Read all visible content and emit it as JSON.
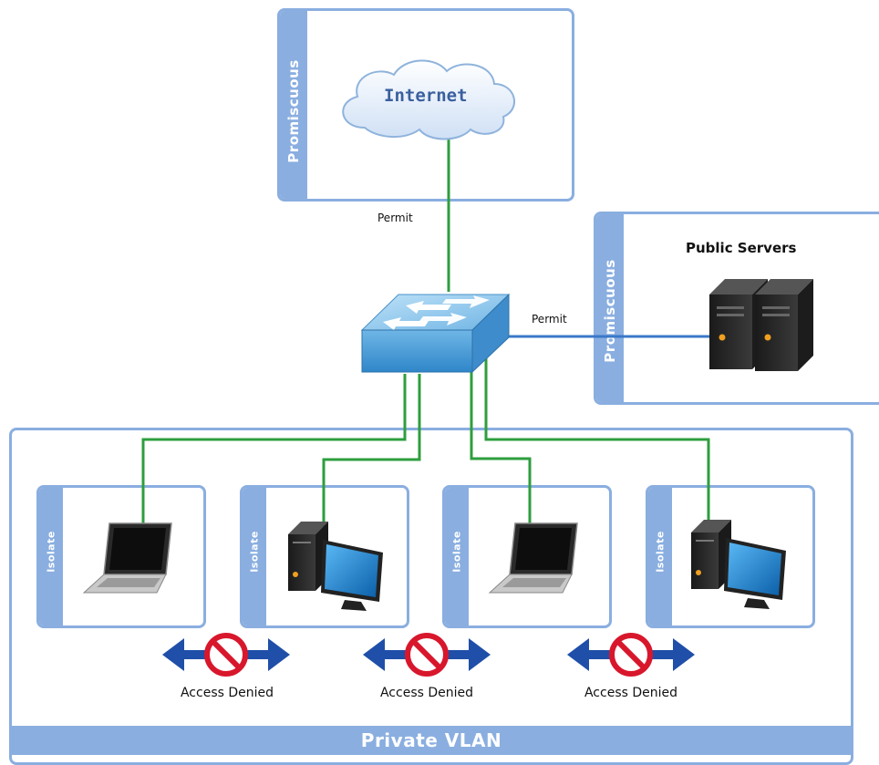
{
  "labels": {
    "internet": "Internet",
    "promiscuous": "Promiscuous",
    "permit": "Permit",
    "public_servers": "Public Servers",
    "isolate": "Isolate",
    "access_denied": "Access Denied",
    "private_vlan": "Private VLAN"
  },
  "colors": {
    "zone_border": "#8aaee0",
    "link": "#2e9e3e",
    "server_link": "#3a78c8",
    "arrow": "#1f4fa8",
    "deny_sign": "#d8172c"
  },
  "isolated_hosts": [
    {
      "device": "laptop"
    },
    {
      "device": "desktop"
    },
    {
      "device": "laptop"
    },
    {
      "device": "desktop"
    }
  ],
  "denials": [
    {
      "label": "Access Denied"
    },
    {
      "label": "Access Denied"
    },
    {
      "label": "Access Denied"
    }
  ]
}
